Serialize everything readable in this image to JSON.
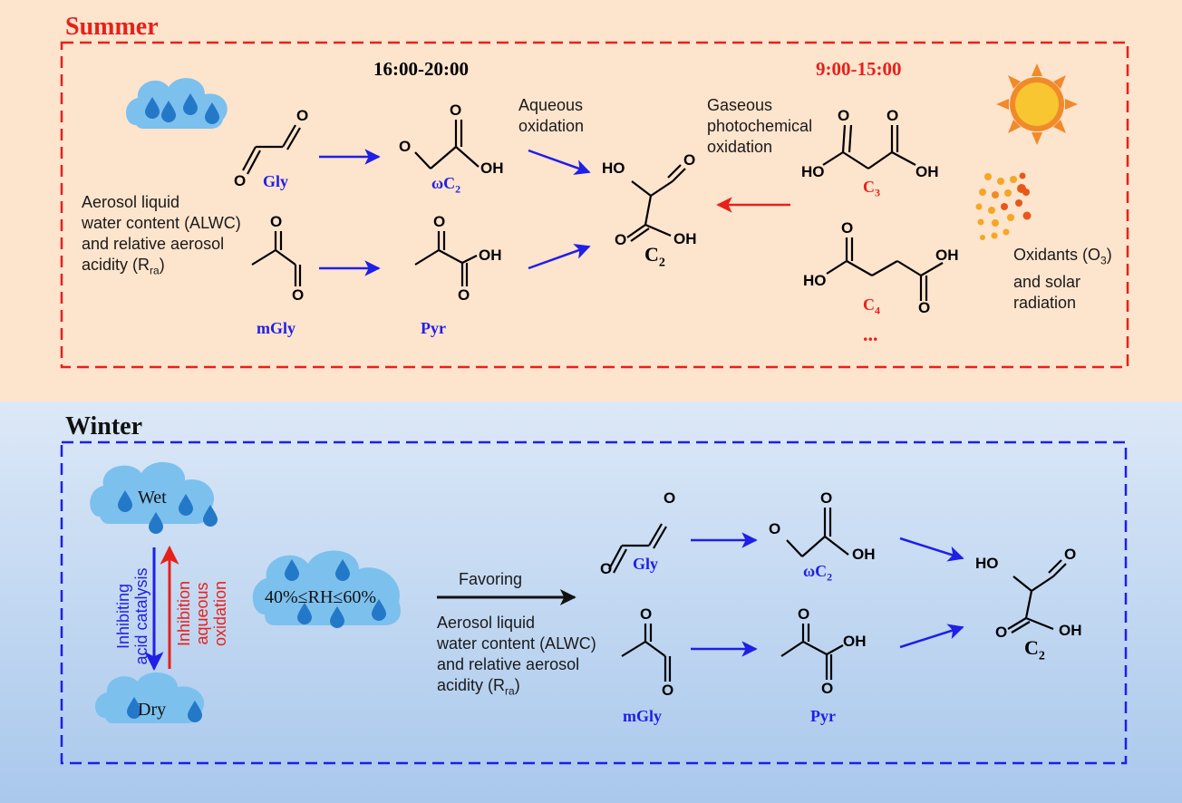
{
  "summer": {
    "title": "Summer",
    "time_evening": "16:00-20:00",
    "time_day": "9:00-15:00",
    "aqueous_label_1": "Aqueous",
    "aqueous_label_2": "oxidation",
    "gas_label_1": "Gaseous",
    "gas_label_2": "photochemical",
    "gas_label_3": "oxidation",
    "alwc_1": "Aerosol liquid",
    "alwc_2": "water content (ALWC)",
    "alwc_3": "and relative aerosol",
    "alwc_4": "acidity (R",
    "alwc_4_sub": "ra",
    "alwc_4_end": ")",
    "oxidants_1": "Oxidants (O",
    "oxidants_1_sub": "3",
    "oxidants_1_end": ")",
    "oxidants_2": "and solar",
    "oxidants_3": "radiation",
    "gly": "Gly",
    "wc2": "ωC",
    "wc2_sub": "2",
    "mgly": "mGly",
    "pyr": "Pyr",
    "c2": "C",
    "c2_sub": "2",
    "c3": "C",
    "c3_sub": "3",
    "c4": "C",
    "c4_sub": "4",
    "ellipsis": "...",
    "atom_O": "O",
    "atom_OH": "OH",
    "atom_HO": "HO"
  },
  "winter": {
    "title": "Winter",
    "wet": "Wet",
    "dry": "Dry",
    "inhibiting_1": "Inhibiting",
    "inhibiting_2": "acid catalysis",
    "inhibition_1": "Inhibition",
    "inhibition_2": "aqueous",
    "inhibition_3": "oxidation",
    "rh_range": "40%≤RH≤60%",
    "favoring": "Favoring",
    "alwc_1": "Aerosol liquid",
    "alwc_2": "water content (ALWC)",
    "alwc_3": "and relative aerosol",
    "alwc_4": "acidity (R",
    "alwc_4_sub": "ra",
    "alwc_4_end": ")",
    "gly": "Gly",
    "wc2": "ωC",
    "wc2_sub": "2",
    "mgly": "mGly",
    "pyr": "Pyr",
    "c2": "C",
    "c2_sub": "2"
  },
  "colors": {
    "summer_bg": "#fde4cd",
    "winter_bg": "#c3d8f1",
    "summer_frame": "#e8201a",
    "winter_frame": "#1f1fe6",
    "blue_arrow": "#1f1fe6",
    "red_arrow": "#e8201a",
    "cloud": "#7cc0ee",
    "drop": "#2478c8",
    "sun": "#f8c630",
    "sun_ray": "#f08a2a"
  }
}
